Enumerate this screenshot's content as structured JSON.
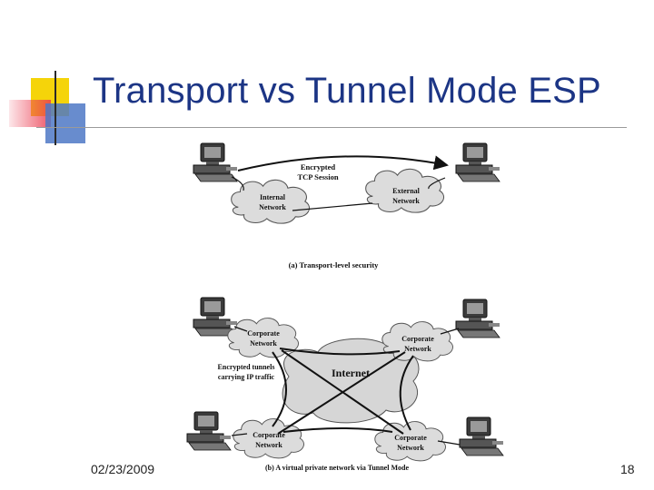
{
  "slide": {
    "title": "Transport vs Tunnel Mode ESP",
    "date": "02/23/2009",
    "page_number": "18"
  },
  "transport": {
    "session_label_line1": "Encrypted",
    "session_label_line2": "TCP Session",
    "internal_network_line1": "Internal",
    "internal_network_line2": "Network",
    "external_network_line1": "External",
    "external_network_line2": "Network",
    "caption": "(a) Transport-level security"
  },
  "tunnel": {
    "internet_label": "Internet",
    "tunnels_label_line1": "Encrypted tunnels",
    "tunnels_label_line2": "carrying IP traffic",
    "corporate_line1": "Corporate",
    "corporate_line2": "Network",
    "caption": "(b) A virtual private network via Tunnel Mode"
  }
}
